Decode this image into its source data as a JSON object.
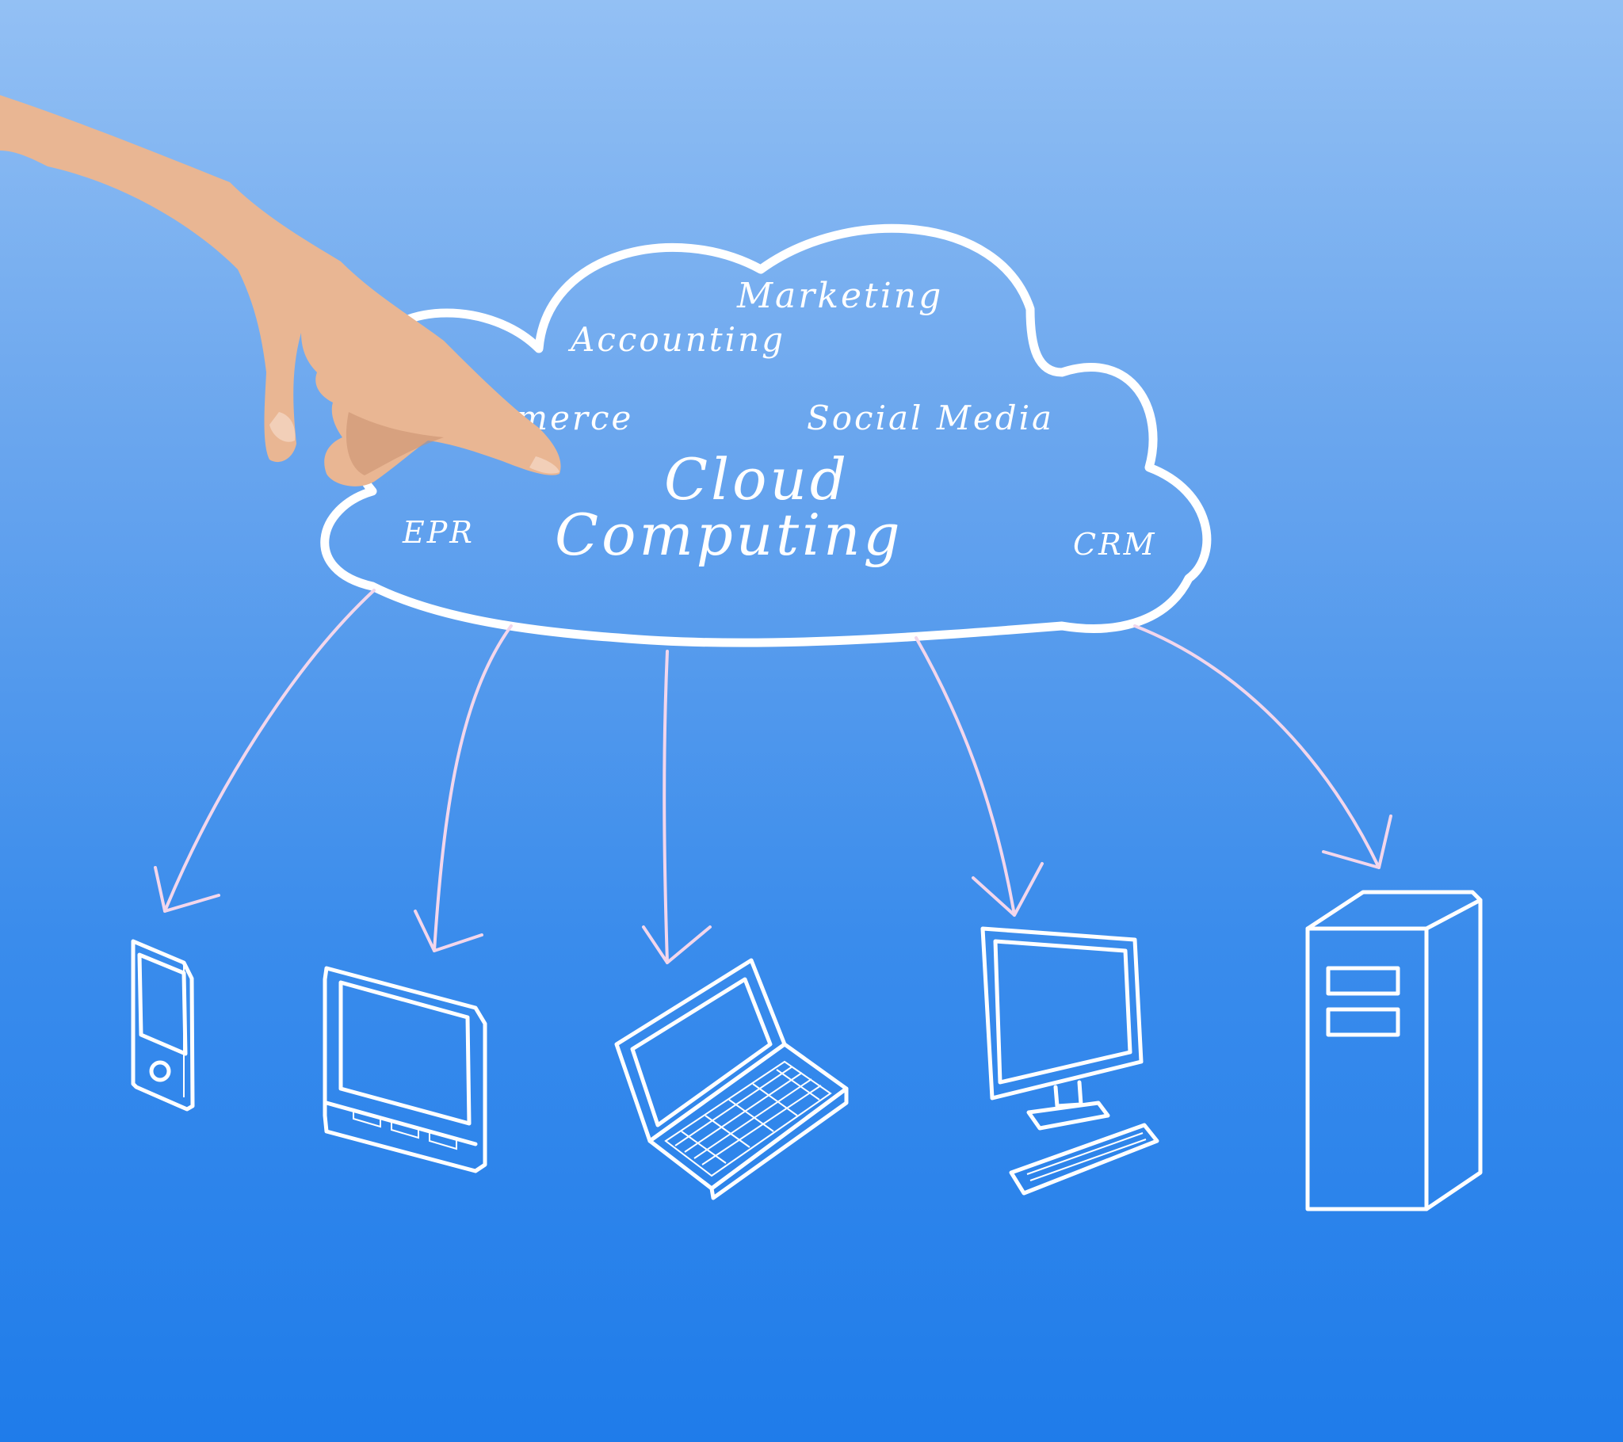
{
  "diagram": {
    "title_line1": "Cloud",
    "title_line2": "Computing",
    "cloud_terms": {
      "marketing": "Marketing",
      "accounting": "Accounting",
      "commerce": "Commerce",
      "social_media": "Social Media",
      "epr": "EPR",
      "crm": "CRM"
    },
    "devices": [
      "smartphone-icon",
      "tablet-icon",
      "laptop-icon",
      "desktop-computer-icon",
      "server-tower-icon"
    ],
    "colors": {
      "background_top": "#93c0f4",
      "background_bottom": "#1f7cea",
      "drawing": "#ffffff",
      "arrows": "#f2d6ec",
      "skin": "#e9b693"
    }
  }
}
